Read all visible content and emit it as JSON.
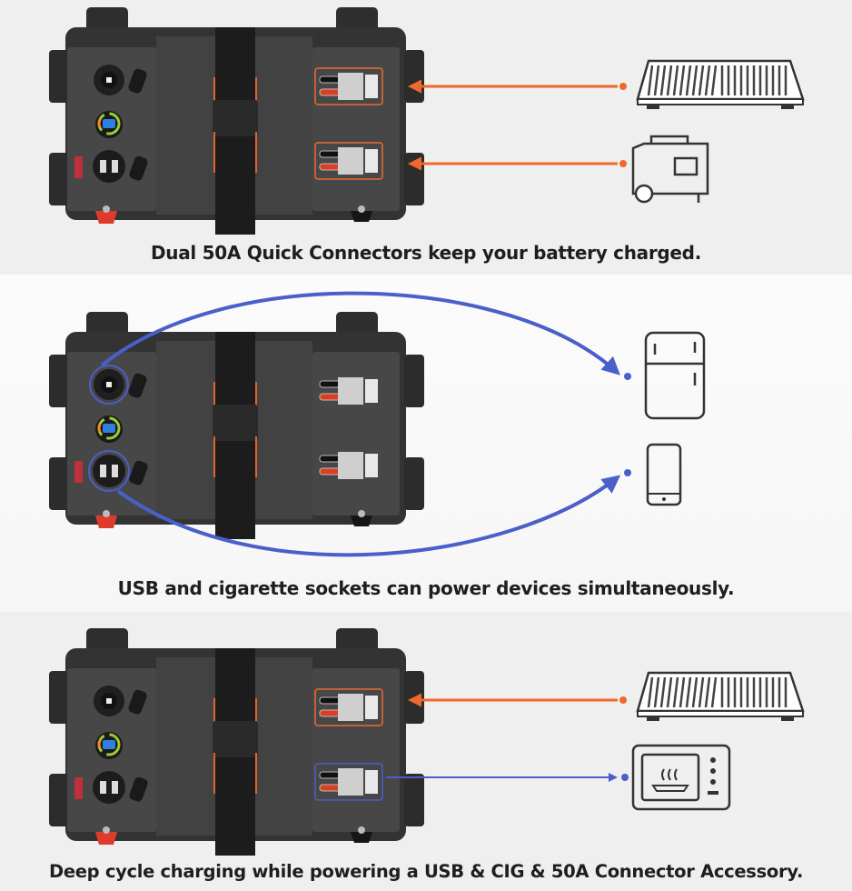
{
  "panels": [
    {
      "caption": "Dual 50A Quick Connectors keep your battery charged.",
      "devices": [
        "solar-panel-icon",
        "generator-icon"
      ],
      "flow": "charging"
    },
    {
      "caption": "USB and cigarette sockets can power devices simultaneously.",
      "devices": [
        "refrigerator-icon",
        "smartphone-icon"
      ],
      "flow": "discharging"
    },
    {
      "caption": "Deep cycle charging while powering a USB & CIG & 50A Connector Accessory.",
      "devices": [
        "solar-panel-icon",
        "microwave-icon"
      ],
      "flow": "both"
    }
  ],
  "colors": {
    "charge_arrow": "#ee6a2c",
    "power_arrow": "#4a5fc8",
    "box": "#3a3a3a",
    "strap": "#1c1c1c"
  }
}
